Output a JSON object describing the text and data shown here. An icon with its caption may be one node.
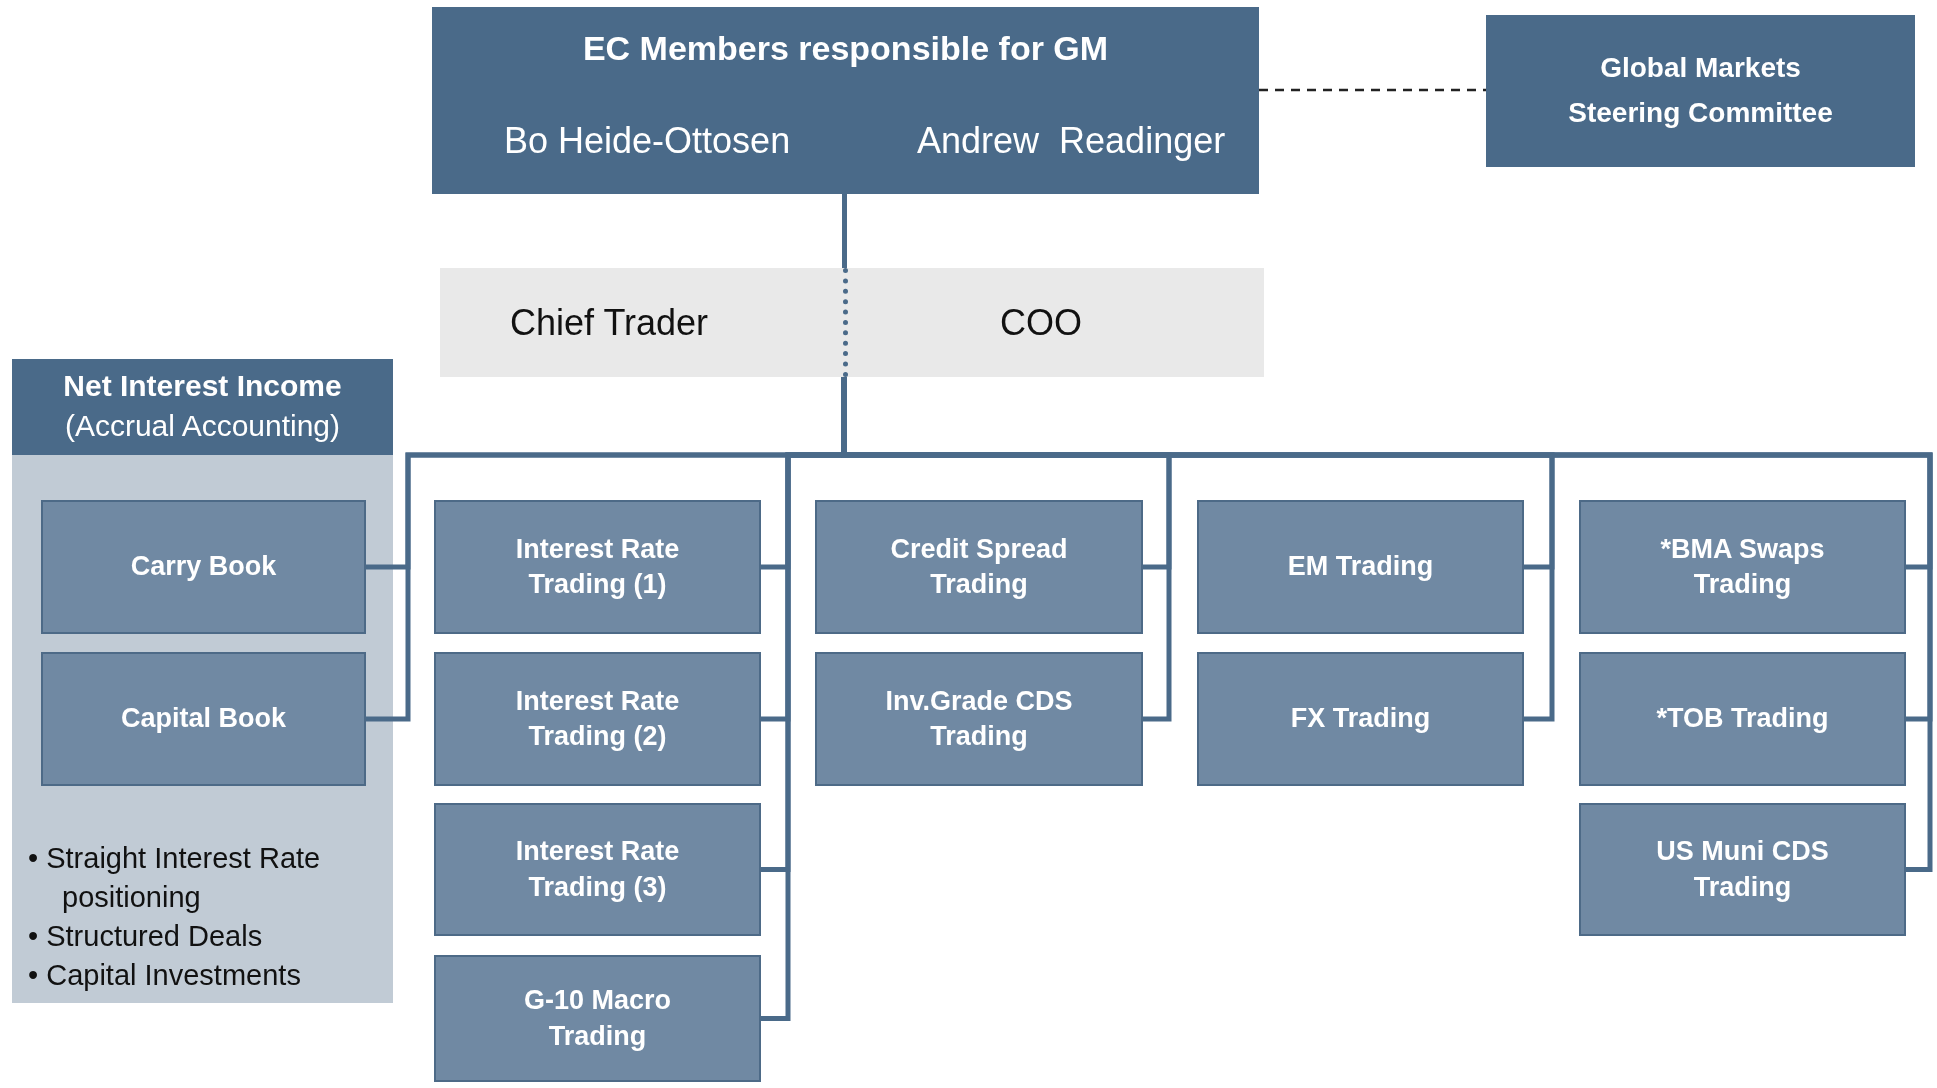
{
  "diagram": {
    "nodes": [
      {
        "text": [
          "EC Members responsible for GM",
          "Bo Heide-Ottosen",
          "Andrew  Readinger"
        ]
      },
      {
        "text": [
          "Global Markets Steering Committee"
        ]
      },
      {
        "text": [
          "Chief Trader",
          "COO"
        ]
      },
      {
        "text": [
          "Net Interest Income",
          "(Accrual Accounting)",
          "• Straight Interest Rate positioning",
          "• Structured Deals",
          "• Capital Investments"
        ]
      },
      {
        "text": [
          "Carry Book"
        ],
        "in": 3
      },
      {
        "text": [
          "Capital Book"
        ],
        "in": 3
      },
      {
        "text": [
          "Interest Rate Trading (1)"
        ]
      },
      {
        "text": [
          "Interest Rate Trading (2)"
        ]
      },
      {
        "text": [
          "Interest Rate Trading (3)"
        ]
      },
      {
        "text": [
          "G-10 Macro Trading"
        ]
      },
      {
        "text": [
          "Credit Spread Trading"
        ]
      },
      {
        "text": [
          "Inv.Grade CDS Trading"
        ]
      },
      {
        "text": [
          "EM Trading"
        ]
      },
      {
        "text": [
          "FX Trading"
        ]
      },
      {
        "text": [
          "*BMA Swaps Trading"
        ]
      },
      {
        "text": [
          "*TOB Trading"
        ]
      },
      {
        "text": [
          "US Muni CDS Trading"
        ]
      }
    ],
    "edges": [
      {
        "from": 0,
        "to": 1,
        "arrow": "none",
        "style": "dashed",
        "color": "#222222"
      },
      {
        "from": 0,
        "to": 2,
        "arrow": "none"
      },
      {
        "from": 2,
        "to": 4,
        "arrow": "none"
      },
      {
        "from": 2,
        "to": 5,
        "arrow": "none"
      },
      {
        "from": 2,
        "to": 6,
        "arrow": "none"
      },
      {
        "from": 2,
        "to": 7,
        "arrow": "none"
      },
      {
        "from": 2,
        "to": 8,
        "arrow": "none"
      },
      {
        "from": 2,
        "to": 9,
        "arrow": "none"
      },
      {
        "from": 2,
        "to": 10,
        "arrow": "none"
      },
      {
        "from": 2,
        "to": 11,
        "arrow": "none"
      },
      {
        "from": 2,
        "to": 12,
        "arrow": "none"
      },
      {
        "from": 2,
        "to": 13,
        "arrow": "none"
      },
      {
        "from": 2,
        "to": 14,
        "arrow": "none"
      },
      {
        "from": 2,
        "to": 15,
        "arrow": "none"
      },
      {
        "from": 2,
        "to": 16,
        "arrow": "none"
      }
    ]
  }
}
